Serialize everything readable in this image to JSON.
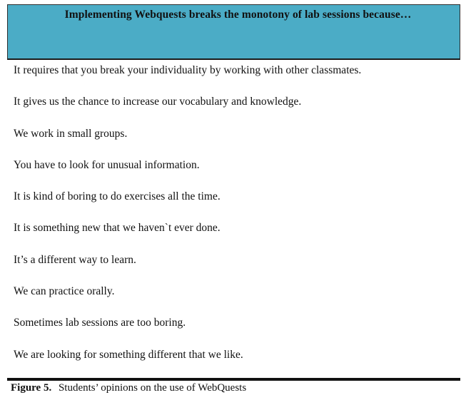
{
  "table": {
    "header": "Implementing Webquests breaks the monotony of lab sessions because…",
    "rows": [
      "It requires that you break your individuality by working with other classmates.",
      "It gives us the chance to increase our vocabulary and knowledge.",
      "We work in small groups.",
      "You have to look for unusual information.",
      "It is kind of boring to do exercises all the time.",
      "It is something new that we haven`t ever done.",
      "It’s a different way to learn.",
      "We can practice orally.",
      "Sometimes lab sessions are too boring.",
      "We are looking for something different that we like."
    ],
    "header_color": "#4bacc6"
  },
  "caption": {
    "label": "Figure 5.",
    "text": "Students’ opinions on the use of WebQuests"
  }
}
